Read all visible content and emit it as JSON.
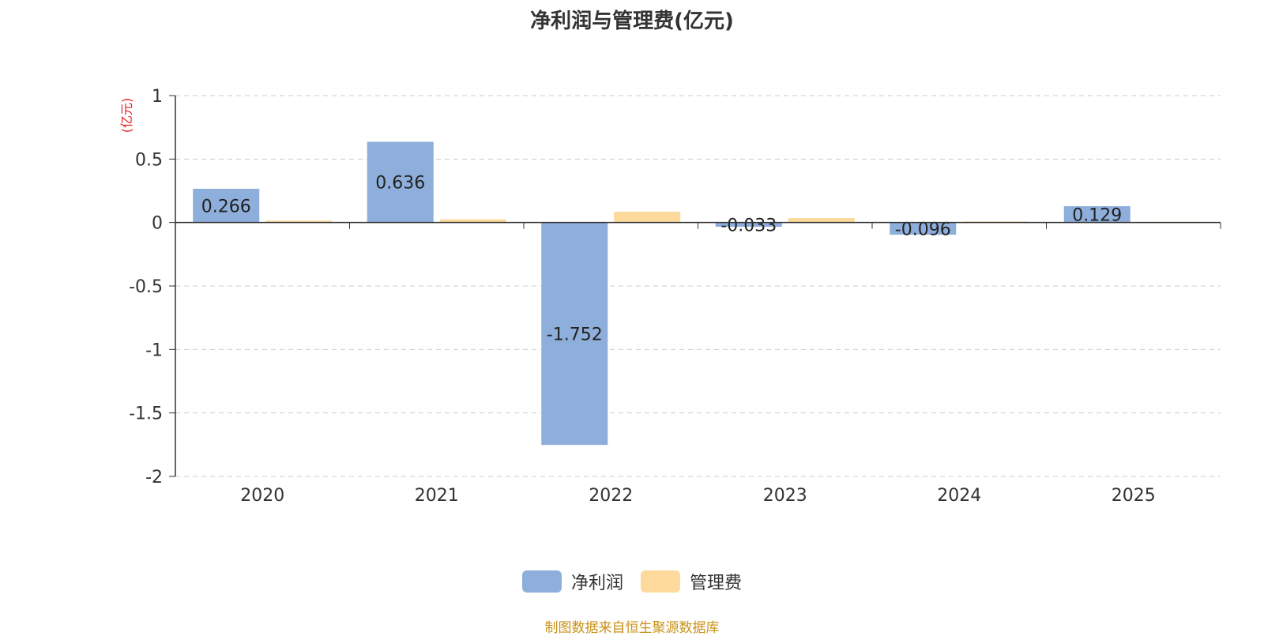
{
  "chart_data": {
    "type": "bar",
    "title": "净利润与管理费(亿元)",
    "ylabel": "(亿元)",
    "xlabel": "",
    "categories": [
      "2020",
      "2021",
      "2022",
      "2023",
      "2024",
      "2025"
    ],
    "series": [
      {
        "name": "净利润",
        "color": "#8eaedb",
        "values": [
          0.266,
          0.636,
          -1.752,
          -0.033,
          -0.096,
          0.129
        ],
        "labels": [
          "0.266",
          "0.636",
          "-1.752",
          "-0.033",
          "-0.096",
          "0.129"
        ]
      },
      {
        "name": "管理费",
        "color": "#fdd99b",
        "values": [
          0.015,
          0.025,
          0.085,
          0.035,
          0.008,
          0.005
        ]
      }
    ],
    "ylim": [
      -2,
      1
    ],
    "yticks": [
      1,
      0.5,
      0,
      -0.5,
      -1,
      -1.5,
      -2
    ],
    "ytick_labels": [
      "1",
      "0.5",
      "0",
      "-0.5",
      "-1",
      "-1.5",
      "-2"
    ],
    "grid": true,
    "legend_position": "bottom-center"
  },
  "source_note": "制图数据来自恒生聚源数据库"
}
